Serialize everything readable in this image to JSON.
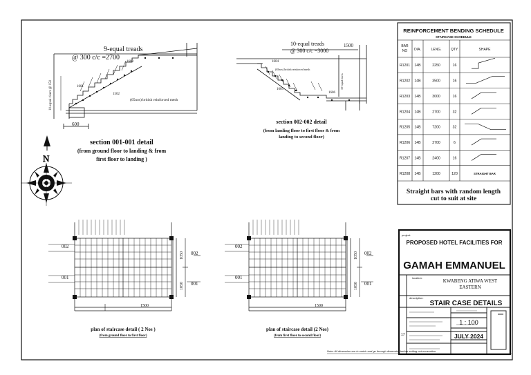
{
  "sections": {
    "s1": {
      "treads": "9-equal treads",
      "spacing": "@ 300 c/c =2700",
      "label_top": "1603",
      "label_mid": "1601",
      "label_low": "1502",
      "mesh_note": "(65nos) british reinforced mesh",
      "riser_note": "10-equal risers @ 150",
      "dim_bottom": "600",
      "title": "section  001-001 detail",
      "subtitle_1": "(from ground floor to landing & from",
      "subtitle_2": "first floor to landing )"
    },
    "s2": {
      "treads": "10-equal treads",
      "spacing": "@ 300 c/c =3000",
      "dim_right": "1500",
      "label_1": "1604",
      "label_2": "1605",
      "label_3": "1606",
      "mesh_note": "(65nos) british reinforced mesh",
      "riser_note": "10-equal risers",
      "title": "section  002-002 detail",
      "subtitle_1": "(from landing floor to  first  floor & from",
      "subtitle_2": "landing to second floor)"
    }
  },
  "north": {
    "letter": "N"
  },
  "plans": {
    "p1": {
      "title": "plan of staircase detail ( 2 Nos )",
      "subtitle": "(from ground floor to first floor)",
      "dim_bottom": "1500",
      "dim_right_1": "1050",
      "dim_right_2": "1050",
      "marker_top": "002",
      "marker_mid": "001",
      "marker_right_top": "002",
      "marker_right_bottom": "001"
    },
    "p2": {
      "title": "plan of staircase detail (2 Nos)",
      "subtitle": "(from first floor to second floor)",
      "dim_bottom": "1500",
      "dim_right_1": "1050",
      "dim_right_2": "1050",
      "marker_top": "002",
      "marker_mid": "001",
      "marker_right_top": "002",
      "marker_right_bottom": "001"
    }
  },
  "schedule": {
    "title": "REINFORCEMENT  BENDING SCHEDULE",
    "subtitle": "STAIRCASE SCHEDULE",
    "headers": [
      "BAR NO",
      "DIA.",
      "LENG.",
      "QTY.",
      "SHAPE"
    ],
    "rows": [
      {
        "bar": "R1201",
        "dia": "14B",
        "leng": "2250",
        "qty": "16",
        "shape": "hook"
      },
      {
        "bar": "R1202",
        "dia": "14B",
        "leng": "3500",
        "qty": "16",
        "shape": "crank"
      },
      {
        "bar": "R1203",
        "dia": "14B",
        "leng": "3000",
        "qty": "16",
        "shape": "bent"
      },
      {
        "bar": "R1204",
        "dia": "14B",
        "leng": "2700",
        "qty": "32",
        "shape": "bent"
      },
      {
        "bar": "R1205",
        "dia": "14B",
        "leng": "7200",
        "qty": "32",
        "shape": "crank2"
      },
      {
        "bar": "R1206",
        "dia": "14B",
        "leng": "2700",
        "qty": "6",
        "shape": "bent"
      },
      {
        "bar": "R1207",
        "dia": "14B",
        "leng": "2400",
        "qty": "16",
        "shape": "bent"
      },
      {
        "bar": "R1208",
        "dia": "14B",
        "leng": "1200",
        "qty": "120",
        "shape": "straight"
      }
    ],
    "straight_label": "STRAIGHT BAR",
    "note": "Straight  bars  with  random length cut  to  suit  at  site"
  },
  "title_block": {
    "project_label": "project:",
    "project": "PROPOSED HOTEL FACILITIES FOR",
    "client": "GAMAH  EMMANUEL",
    "location_label": "location:",
    "location": "KWABENG ATIWA WEST EASTERN",
    "description_label": "description:",
    "description": "STAIR  CASE  DETAILS",
    "sheet_no": "17",
    "scale": "1 : 100",
    "date": "JULY  2024"
  },
  "footer_note": "Note:  All dimension are in metric and go through dimension before setting out excavation"
}
